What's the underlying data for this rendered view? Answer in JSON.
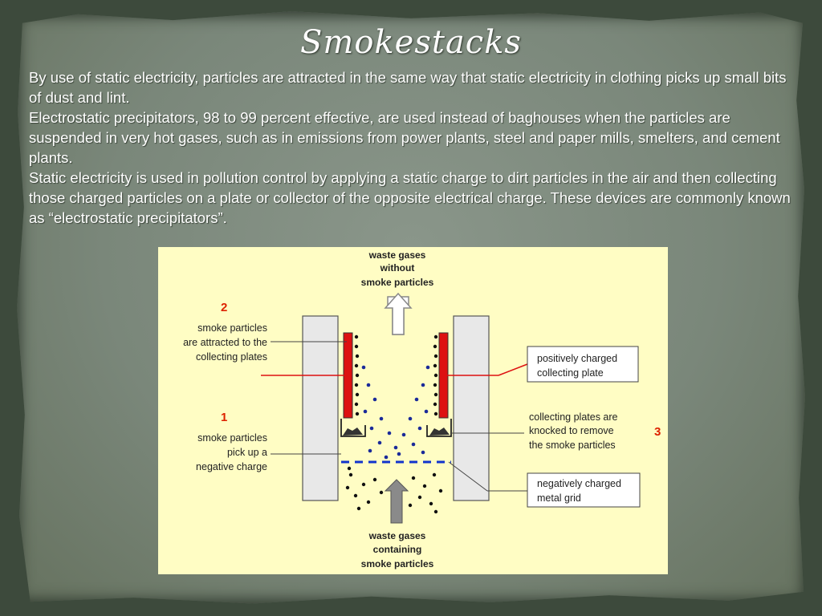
{
  "slide": {
    "title": "Smokestacks",
    "paragraphs": [
      "By use of static electricity, particles are attracted in the same way that static electricity in clothing picks up small bits of dust and lint.",
      "Electrostatic precipitators, 98 to 99 percent effective, are used instead of baghouses when the particles are suspended in very hot gases, such as in emissions from power plants, steel and paper mills, smelters, and cement plants.",
      "Static electricity is used in pollution control by applying a static charge to dirt particles in the air and then collecting those charged particles on a plate or collector of the opposite electrical charge. These devices are commonly known as “electrostatic precipitators”."
    ]
  },
  "diagram": {
    "top_label": [
      "waste gases",
      "without",
      "smoke particles"
    ],
    "bottom_label": [
      "waste gases",
      "containing",
      "smoke particles"
    ],
    "step2": {
      "number": "2",
      "lines": [
        "smoke particles",
        "are attracted to the",
        "collecting plates"
      ]
    },
    "step1": {
      "number": "1",
      "lines": [
        "smoke particles",
        "pick up a",
        "negative charge"
      ]
    },
    "step3": {
      "number": "3",
      "lines": [
        "collecting plates are",
        "knocked to remove",
        "the smoke particles"
      ]
    },
    "box_positive": [
      "positively charged",
      "collecting plate"
    ],
    "box_negative": [
      "negatively charged",
      "metal grid"
    ],
    "colors": {
      "background": "#fffdc4",
      "plate": "#dd1111",
      "grid": "#1133cc",
      "number": "#dd2200",
      "particle_dark": "#111111",
      "particle_blue": "#1a2a99",
      "wall": "#e8e8e8"
    }
  }
}
